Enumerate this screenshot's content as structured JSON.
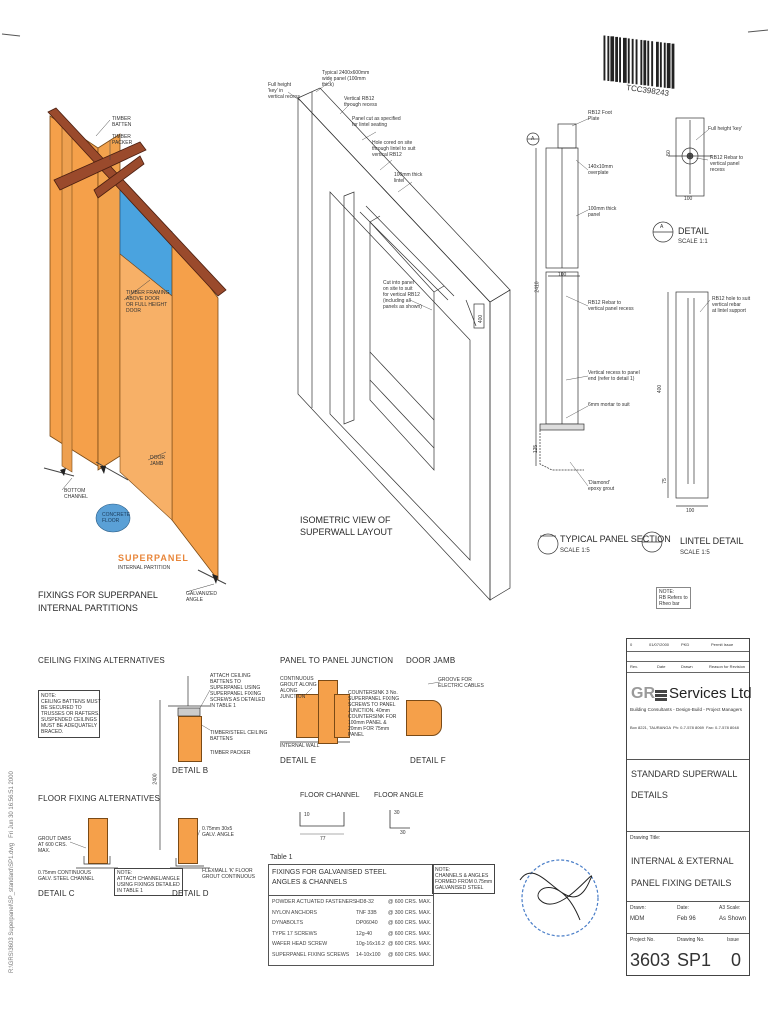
{
  "doc_code": "TCC398243",
  "colors": {
    "orange": "#f5a04a",
    "blue": "#4aa3df",
    "timber": "#9a4a2c",
    "superpanel": "#e8863a"
  },
  "iso_left": {
    "labels": {
      "timber_batten": "TIMBER\nBATTEN",
      "timber_packer": "TIMBER\nPACKER",
      "timber_framing": "TIMBER FRAMING\nABOVE DOOR\nOR FULL HEIGHT\nDOOR",
      "door_jamb": "DOOR\nJAMB",
      "bottom_channel": "BOTTOM\nCHANNEL",
      "concrete_floor": "CONCRETE\nFLOOR",
      "galvanized_angle": "GALVANIZED\nANGLE"
    },
    "brand": "SUPERPANEL",
    "subtitle": "INTERNAL PARTITION",
    "title": "FIXINGS FOR SUPERPANEL\nINTERNAL PARTITIONS"
  },
  "iso_mid": {
    "labels": {
      "full_height_key": "Full height\n'key' in\nvertical recess",
      "typical_panel": "Typical 2400x600mm\nwide panel (100mm\nthick)",
      "vertical_rb12": "Vertical RB12\nthrough recess",
      "panel_cut": "Panel cut as specified\nfor lintel seating",
      "hole_cored": "Hole cored on site\nthrough lintel to suit\nvertical RB12",
      "lintel_100": "100mm thick\nlintel",
      "cut_into_panel": "Cut into panel\non site to suit\nfor vertical RB12\n(including all\npanels as shown)",
      "dim_400": "400"
    },
    "title": "ISOMETRIC VIEW OF\nSUPERWALL LAYOUT"
  },
  "section": {
    "labels": {
      "rb12_foot_plate": "RB12 Foot\nPlate",
      "overplate": "140x10mm\noverplate",
      "panel_100": "100mm thick\npanel",
      "rb12_recess": "RB12 Rebar to\nvertical panel recess",
      "vertical_recess": "Vertical recess to panel\nend (refer to detail 1)",
      "mortar": "6mm mortar to suit",
      "epoxy": "'Diamond'\nepoxy grout",
      "dim_2410": "2410",
      "dim_125": "125",
      "dim_100": "100",
      "bubble_a": "A"
    },
    "title": "TYPICAL PANEL SECTION",
    "scale": "SCALE 1:5"
  },
  "detail_a": {
    "labels": {
      "full_height_key": "Full height 'key'",
      "rb12_rebar": "RB12 Rebar to\nvertical panel\nrecess",
      "dim_50": "50",
      "dim_100": "100"
    },
    "bubble": "A",
    "title": "DETAIL",
    "scale": "SCALE 1:1"
  },
  "lintel": {
    "labels": {
      "rb12_hole": "RB12 hole to suit\nvertical rebar\nat lintel support",
      "dim_400": "400",
      "dim_100": "100",
      "dim_75": "75"
    },
    "title": "LINTEL DETAIL",
    "scale": "SCALE 1:5"
  },
  "note_small": "NOTE:\nRB Refers to\nRheo bar",
  "ceiling": {
    "title": "CEILING FIXING ALTERNATIVES",
    "note": "NOTE:\nCEILING BATTENS MUST\nBE SECURED TO\nTRUSSES OR RAFTERS.\nSUSPENDED CEILINGS\nMUST BE ADEQUATELY\nBRACED.",
    "label_attach": "ATTACH CEILING\nBATTENS TO\nSUPERPANEL USING\nSUPERPANEL FIXING\nSCREWS AS DETAILED\nIN TABLE 1",
    "label_timber": "TIMBER/STEEL CEILING\nBATTENS",
    "label_packer": "TIMBER PACKER",
    "detail": "DETAIL B",
    "dim_2400": "2400"
  },
  "floor": {
    "title": "FLOOR FIXING ALTERNATIVES",
    "label_grout": "GROUT DABS\nAT 600 CRS.\nMAX.",
    "label_channel": "0.75mm CONTINUOUS\nGALV. STEEL CHANNEL",
    "detail_c": "DETAIL C",
    "note_d": "NOTE:\nATTACH CHANNEL/ANGLE\nUSING FIXINGS DETAILED\nIN TABLE 1",
    "label_angle": "0.75mm 30x5\nGALV. ANGLE",
    "label_flexmall": "FLEXMALL 'K' FLOOR\nGROUT CONTINUOUS",
    "detail_d": "DETAIL D"
  },
  "junction": {
    "title": "PANEL TO PANEL JUNCTION",
    "label_grout": "CONTINUOUS\nGROUT ALONG\nALONG\nJUNCTION",
    "label_countersink": "COUNTERSINK 3 No.\nSUPERPANEL FIXING\nSCREWS TO PANEL\nJUNCTION. 40mm\nCOUNTERSINK FOR\n100mm PANEL &\n20mm FOR 75mm\nPANEL",
    "label_internal": "INTERNAL WALL",
    "detail": "DETAIL E"
  },
  "door_jamb": {
    "title": "DOOR JAMB",
    "label": "GROOVE FOR\nELECTRIC CABLES",
    "detail": "DETAIL F"
  },
  "channels": {
    "floor_channel": "FLOOR CHANNEL",
    "floor_angle": "FLOOR ANGLE",
    "dims": [
      "10",
      "77",
      "30",
      "30"
    ]
  },
  "table1": {
    "caption": "Table 1",
    "title": "FIXINGS FOR GALVANISED STEEL\nANGLES & CHANNELS",
    "note": "NOTE:\nCHANNELS & ANGLES\nFORMED FROM 0.75mm\nGALVANISED STEEL",
    "rows": [
      [
        "POWDER ACTUATED FASTENERS",
        "HD8-32",
        "@ 600 CRS. MAX."
      ],
      [
        "NYLON ANCHORS",
        "TNF 33B",
        "@ 300 CRS. MAX."
      ],
      [
        "DYNABOLTS",
        "DP06040",
        "@ 600 CRS. MAX."
      ],
      [
        "TYPE 17 SCREWS",
        "12g-40",
        "@ 600 CRS. MAX."
      ],
      [
        "WAFER HEAD SCREW",
        "10g-16x16.2",
        "@ 600 CRS. MAX."
      ],
      [
        "SUPERPANEL FIXING SCREWS",
        "14-10x100",
        "@ 600 CRS. MAX."
      ]
    ]
  },
  "revision": {
    "row": [
      "0",
      "01/07/2000",
      "PKD",
      "Permit Issue"
    ],
    "headers": [
      "Rev.",
      "Date",
      "Drawn",
      "Reason for Revision"
    ]
  },
  "company": {
    "logo": "GR",
    "name": "Services Ltd",
    "tagline": "Building Consultants - Design-Build - Project Managers",
    "contact": "Box 8221, TAURANGA  Ph: 0-7-578 8069  Fax: 0-7-578 8048"
  },
  "project_title": "STANDARD SUPERWALL\nDETAILS",
  "drawing_title_label": "Drawing Title:",
  "drawing_title": "INTERNAL & EXTERNAL\nPANEL FIXING DETAILS",
  "meta": {
    "drawn_label": "Drawn:",
    "drawn": "MDM",
    "date_label": "Date:",
    "date": "Feb 96",
    "scale_label": "A3 Scale:",
    "scale": "As Shown",
    "project_label": "Project No.",
    "project": "3603",
    "drawing_label": "Drawing No.",
    "drawing": "SP1",
    "issue_label": "Issue",
    "issue": "0"
  },
  "margin_text": "R:\\GRS\\3603 Superpanel\\SP_standard\\SP1.dwg   Fri Jun 30 16:56:51 2000"
}
